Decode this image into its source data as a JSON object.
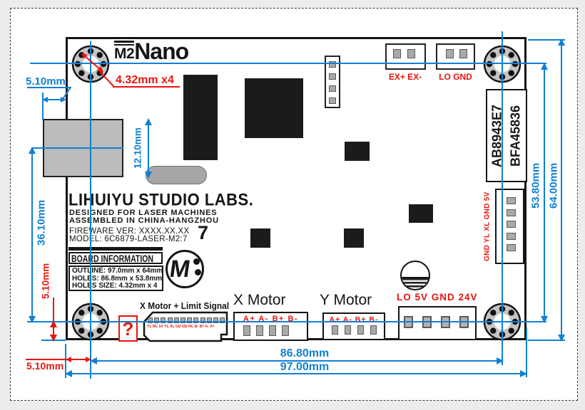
{
  "colors": {
    "dimension_blue": "#1080d2",
    "annotation_red": "#e8150c",
    "silkscreen_black": "#161616",
    "component_gray": "#a9a9a9"
  },
  "logo": {
    "m2": "M2",
    "nano": "Nano"
  },
  "annotations": {
    "hole_note": "4.32mm x4"
  },
  "dims": {
    "usb_overhang": "5.10mm",
    "usb_height": "12.10mm",
    "usb_to_holes": "36.10mm",
    "hole_edge_left": "5.10mm",
    "hole_edge_bottom": "5.10mm",
    "holes_span_x": "86.80mm",
    "board_width": "97.00mm",
    "holes_span_y": "53.80mm",
    "board_height": "64.00mm"
  },
  "top_connectors": {
    "ex_label": "EX+ EX-",
    "lo_label": "LO GND"
  },
  "serial": {
    "line1": "AB8943E7",
    "line2": "BFA45836"
  },
  "right_connector": {
    "label": "GND YL XL GND 5V"
  },
  "silkscreen": {
    "brand": "LIHUIYU STUDIO LABS.",
    "line1": "DESIGNED FOR LASER MACHINES",
    "line2": "ASSEMBLED IN CHINA-HANGZHOU",
    "firmware": "FIREWARE VER: XXXX.XX.XX",
    "model": "MODEL: 6C6879-LASER-M2:7",
    "revision": "7",
    "info_title": "BOARD INFORMATION",
    "info_outline": "OUTLINE: 97.0mm x 64mm",
    "info_holes": "HOLES: 86.8mm x 53.8mm",
    "info_holes_size": "HOLES SIZE: 4.32mm x 4",
    "monogram_letter": "M"
  },
  "bottom": {
    "limit_title": "X Motor + Limit Signal",
    "limit_pin_labels": "YL NC 5V YL XL GD GD NC B- B+ A- A+",
    "help_mark": "?",
    "x_motor_title": "X Motor",
    "x_motor_pins": "A+ A- B+ B-",
    "y_motor_title": "Y Motor",
    "y_motor_pins": "A+ A- B+ B-",
    "power_label": "LO 5V GND 24V"
  }
}
